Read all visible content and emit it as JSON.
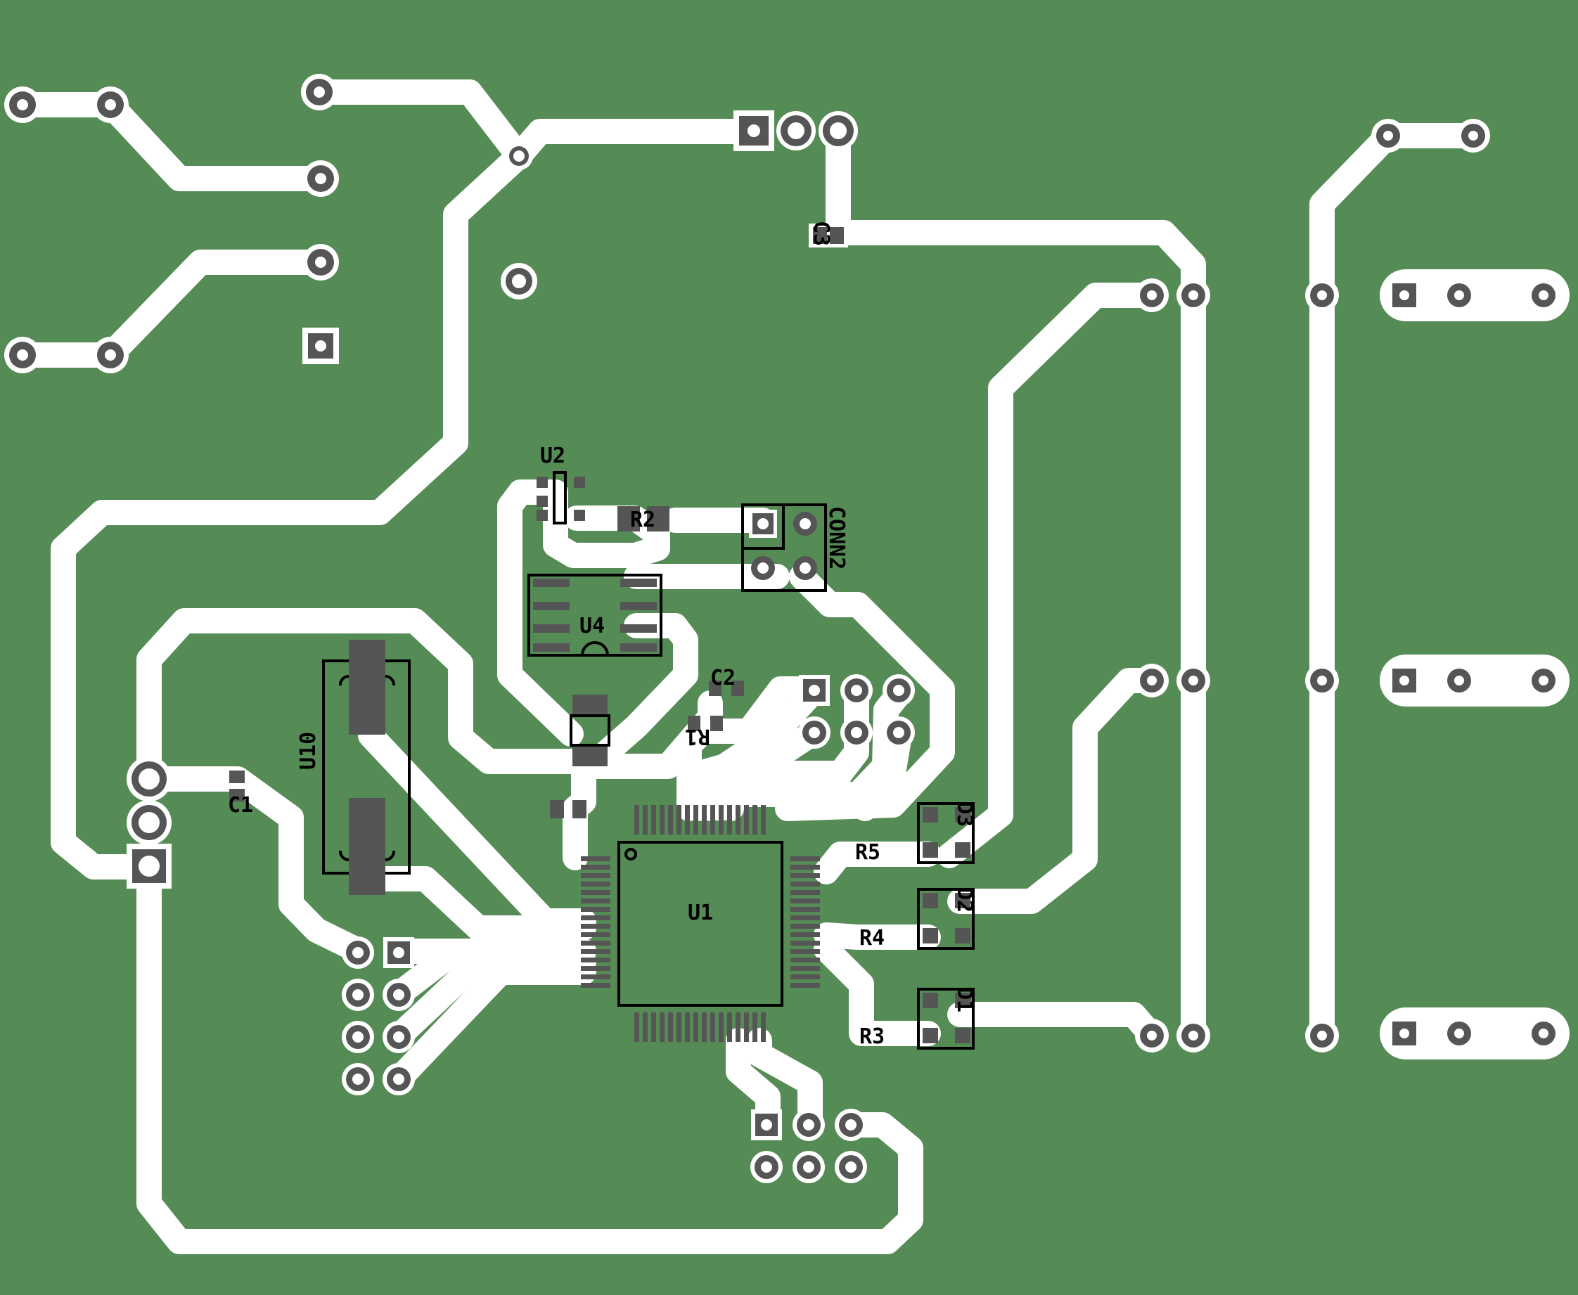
{
  "board": {
    "background_color": "#558b55",
    "copper_clearance_color": "#ffffff",
    "pad_color": "#555555",
    "silk_color": "#000000"
  },
  "labels": {
    "u2": "U2",
    "r2": "R2",
    "conn2": "CONN2",
    "u4": "U4",
    "c2": "C2",
    "r1": "R1",
    "u10": "U10",
    "c1": "C1",
    "u1": "U1",
    "r5": "R5",
    "r4": "R4",
    "r3": "R3",
    "d3": "D3",
    "d2": "D2",
    "d1": "D1",
    "c3": "C3"
  }
}
